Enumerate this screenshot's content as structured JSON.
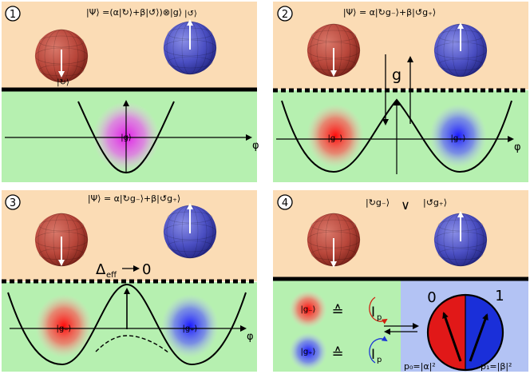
{
  "panels": [
    {
      "number": "1",
      "state_formula": "|Ψ⟩ =(α|↻⟩+β|↺⟩)⊗|g⟩",
      "left_spin_label": "|↻⟩",
      "right_spin_label": "|↺⟩",
      "well_label": "|g⟩",
      "axis_label": "φ"
    },
    {
      "number": "2",
      "state_formula": "|Ψ⟩ = α|↻g₋⟩+β|↺g₊⟩",
      "coupling_label": "g",
      "left_well_label": "|g₋⟩",
      "right_well_label": "|g₊⟩",
      "axis_label": "φ"
    },
    {
      "number": "3",
      "state_formula": "|Ψ⟩ = α|↻g₋⟩+β|↺g₊⟩",
      "delta_symbol": "Δ",
      "delta_subscript": "eff",
      "delta_target": "0",
      "left_well_label": "|g₋⟩",
      "right_well_label": "|g₊⟩",
      "axis_label": "φ"
    },
    {
      "number": "4",
      "left_outcome": "|↻g₋⟩",
      "or_symbol": "∨",
      "right_outcome": "|↺g₊⟩",
      "blob_top_label": "|g₋⟩",
      "blob_bottom_label": "|g₊⟩",
      "equiv_symbol": "≙",
      "current_symbol": "I",
      "current_subscript": "p",
      "dial_left_label": "0",
      "dial_right_label": "1",
      "p0_label": "p₀=|α|²",
      "p1_label": "p₁=|β|²"
    }
  ],
  "colors": {
    "top_bg": "#fbdcb5",
    "bottom_bg": "#b6f0b0",
    "readout_bg": "#b3c3f4",
    "red_sphere": "#c24a3a",
    "blue_sphere": "#4a4ec2",
    "magenta_blob": "#e21be8"
  }
}
